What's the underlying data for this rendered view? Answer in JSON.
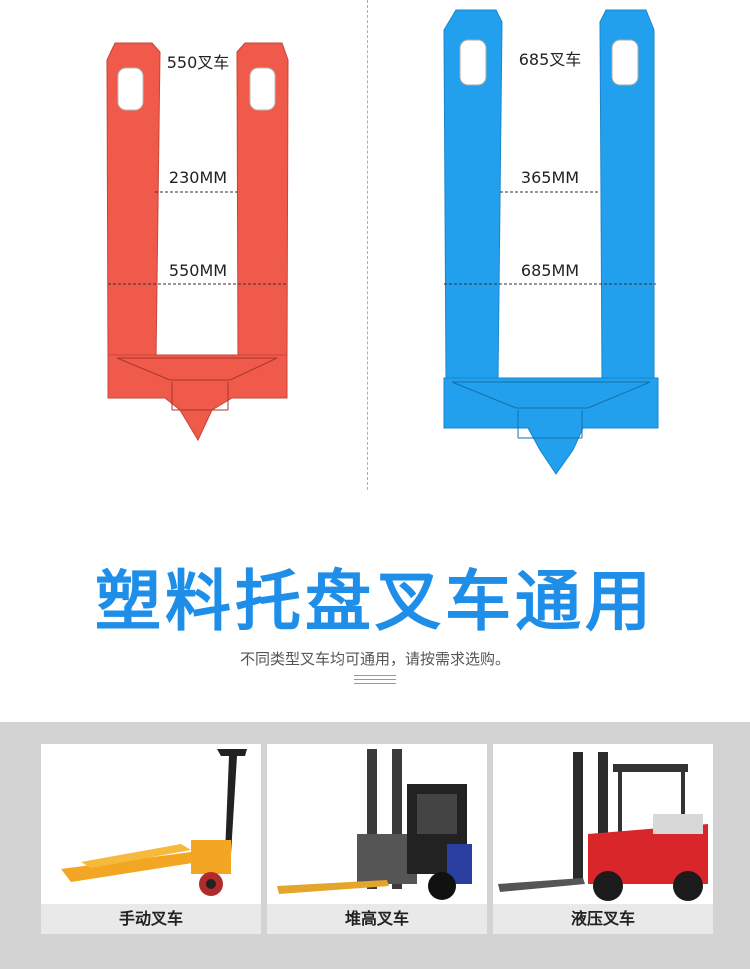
{
  "forks": {
    "left": {
      "title": "550叉车",
      "inner_width": "230MM",
      "outer_width": "550MM",
      "color": "#ef5a4b"
    },
    "right": {
      "title": "685叉车",
      "inner_width": "365MM",
      "outer_width": "685MM",
      "color": "#22a0ee"
    }
  },
  "headline": "塑料托盘叉车通用",
  "subline": "不同类型叉车均可通用，请按需求选购。",
  "cards": [
    {
      "label": "手动叉车"
    },
    {
      "label": "堆高叉车"
    },
    {
      "label": "液压叉车"
    }
  ]
}
